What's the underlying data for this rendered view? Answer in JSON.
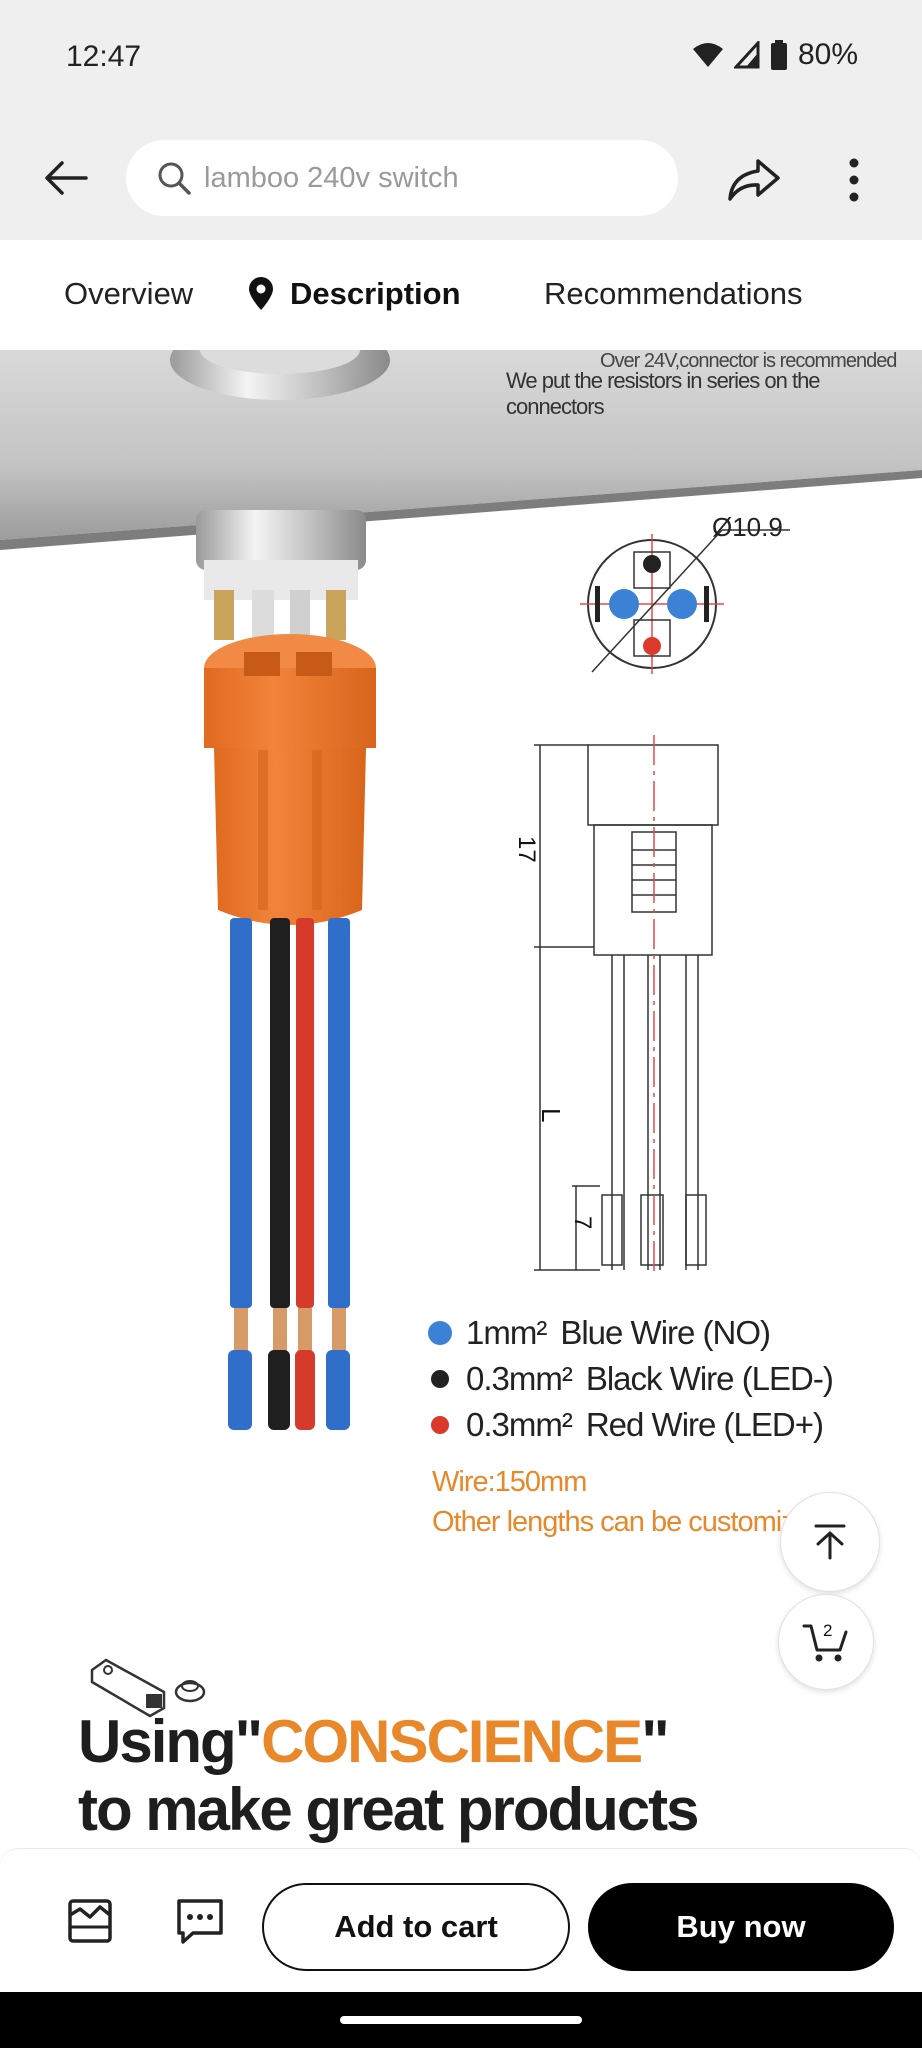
{
  "status_bar": {
    "time": "12:47",
    "battery": "80%"
  },
  "search": {
    "placeholder": "lamboo 240v switch"
  },
  "tabs": [
    {
      "label": "Overview",
      "active": false
    },
    {
      "label": "Description",
      "active": true
    },
    {
      "label": "Recommendations",
      "active": false
    }
  ],
  "product_image": {
    "note_line_1": "Over 24V,connector is recommended",
    "note_line_2": "We put the resistors in series on the connectors",
    "diameter_label": "Ø10.9",
    "dim_17": "17",
    "dim_L": "L",
    "dim_7": "7",
    "legend": [
      {
        "size": "1mm²",
        "label": "Blue Wire (NO)",
        "color": "#3b82d6"
      },
      {
        "size": "0.3mm²",
        "label": "Black Wire (LED-)",
        "color": "#222222"
      },
      {
        "size": "0.3mm²",
        "label": "Red Wire (LED+)",
        "color": "#d93a2b"
      }
    ],
    "wire_length": "Wire:150mm",
    "custom_note": "Other lengths can be customized",
    "slogan_prefix": "Using\"",
    "slogan_accent": "CONSCIENCE",
    "slogan_suffix": "\"",
    "slogan_line_2": "to make great products"
  },
  "cart": {
    "count": "2"
  },
  "bottom_bar": {
    "add_to_cart": "Add to cart",
    "buy_now": "Buy now"
  },
  "colors": {
    "accent_orange": "#e8882a",
    "connector_orange": "#ee7a2a",
    "header_bg": "#efefef"
  }
}
